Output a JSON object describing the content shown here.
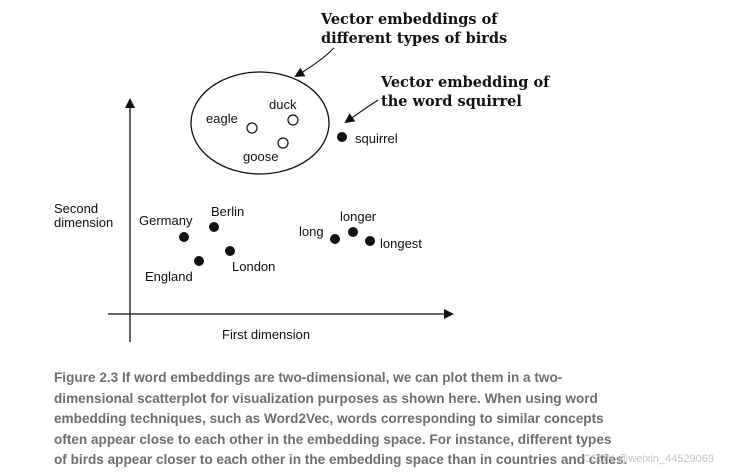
{
  "annotations": {
    "birds_callout": [
      "Vector embeddings of",
      "different types of birds"
    ],
    "squirrel_callout": [
      "Vector embedding of",
      "the word squirrel"
    ]
  },
  "axes": {
    "y_label": [
      "Second",
      "dimension"
    ],
    "x_label": "First dimension"
  },
  "points": {
    "birds": [
      {
        "word": "eagle",
        "style": "hollow"
      },
      {
        "word": "duck",
        "style": "hollow"
      },
      {
        "word": "goose",
        "style": "hollow"
      }
    ],
    "squirrel": {
      "word": "squirrel",
      "style": "filled"
    },
    "countries_cities": [
      {
        "word": "Germany",
        "style": "filled"
      },
      {
        "word": "Berlin",
        "style": "filled"
      },
      {
        "word": "England",
        "style": "filled"
      },
      {
        "word": "London",
        "style": "filled"
      }
    ],
    "adjectives": [
      {
        "word": "long",
        "style": "filled"
      },
      {
        "word": "longer",
        "style": "filled"
      },
      {
        "word": "longest",
        "style": "filled"
      }
    ]
  },
  "caption": [
    "Figure 2.3    If word embeddings are two-dimensional, we can plot them in a two-",
    "dimensional scatterplot for visualization purposes as shown here. When using word",
    "embedding techniques, such as Word2Vec, words corresponding to similar concepts",
    "often appear close to each other in the embedding space. For instance, different types",
    "of birds appear closer to each other in the embedding space than in countries and cities."
  ],
  "watermark": "CSDN @weixin_44529069",
  "colors": {
    "ink": "#111111",
    "caption": "#6e6e6e",
    "watermark": "#c4c4c4"
  }
}
